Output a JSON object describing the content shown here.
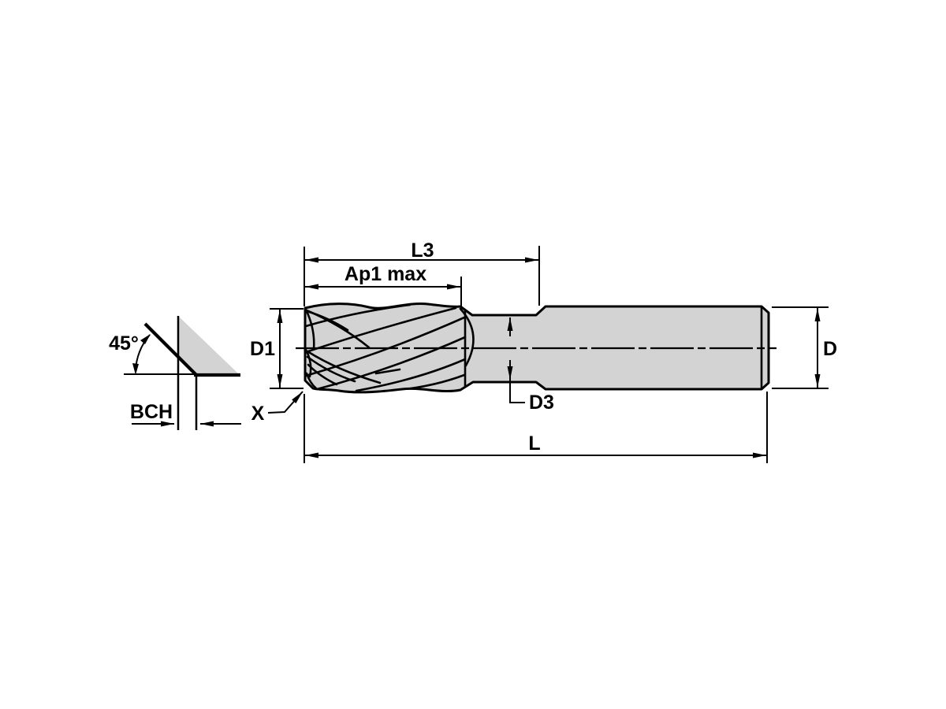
{
  "diagram": {
    "type": "technical-drawing",
    "subject": "Solid end mill dimension drawing with chamfer corner detail",
    "colors": {
      "background": "#ffffff",
      "body_fill": "#d3d3d3",
      "line": "#000000"
    },
    "labels": {
      "chamfer_angle": "45°",
      "bch": "BCH",
      "d1": "D1",
      "x": "X",
      "l3": "L3",
      "ap1_max": "Ap1 max",
      "d3": "D3",
      "length": "L",
      "d": "D"
    }
  }
}
